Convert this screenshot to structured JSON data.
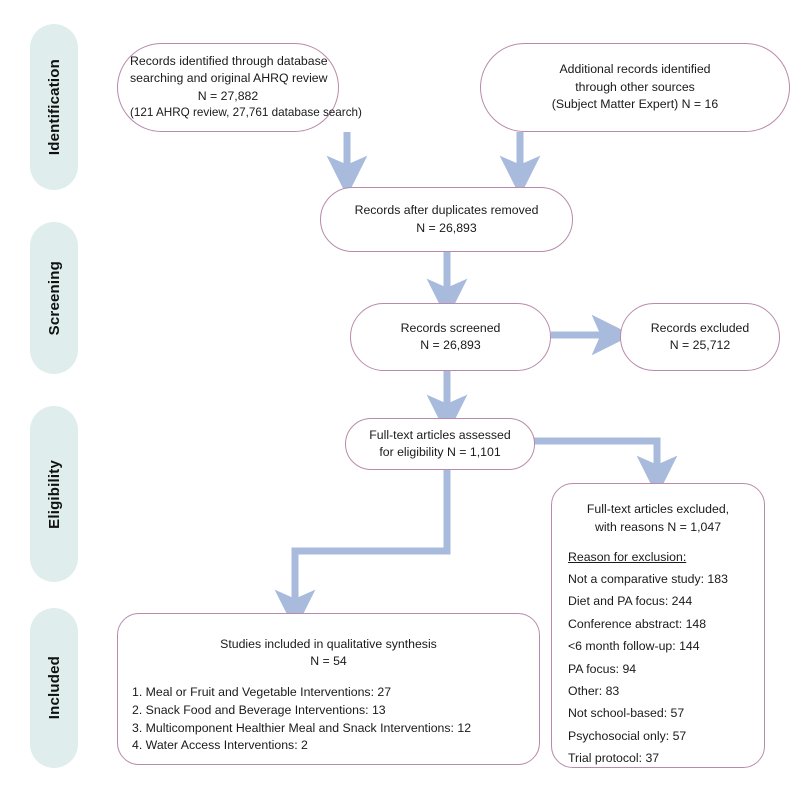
{
  "diagram": {
    "type": "prisma-flow-diagram",
    "accent_border": "#b98aab",
    "accent_arrow": "#a8bbdd",
    "stage_fill": "#dfeded"
  },
  "stages": [
    {
      "label": "Identification"
    },
    {
      "label": "Screening"
    },
    {
      "label": "Eligibility"
    },
    {
      "label": "Included"
    }
  ],
  "boxes": {
    "records_identified": {
      "lines": [
        "Records identified through database",
        "searching and original AHRQ review",
        "N = 27,882",
        "(121 AHRQ review, 27,761 database search)"
      ]
    },
    "additional_records": {
      "lines": [
        "Additional records identified",
        "through other sources",
        "(Subject Matter Expert) N = 16"
      ]
    },
    "duplicates_removed": {
      "lines": [
        "Records after duplicates removed",
        "N = 26,893"
      ]
    },
    "records_screened": {
      "lines": [
        "Records screened",
        "N = 26,893"
      ]
    },
    "records_excluded": {
      "lines": [
        "Records excluded",
        "N = 25,712"
      ]
    },
    "fulltext_assessed": {
      "lines": [
        "Full-text articles assessed",
        "for eligibility N = 1,101"
      ]
    },
    "fulltext_excluded": {
      "header_lines": [
        "Full-text articles excluded,",
        "with reasons N = 1,047"
      ],
      "reason_heading": "Reason for exclusion:",
      "reasons": [
        "Not a comparative study: 183",
        "Diet and PA focus: 244",
        "Conference abstract: 148",
        "<6 month follow-up: 144",
        "PA focus: 94",
        "Other: 83",
        "Not school-based: 57",
        "Psychosocial only: 57",
        "Trial protocol: 37"
      ]
    },
    "studies_included": {
      "header_lines": [
        "Studies included in qualitative synthesis",
        "N = 54"
      ],
      "categories": [
        "1. Meal or Fruit and Vegetable Interventions: 27",
        "2. Snack Food and Beverage Interventions: 13",
        "3. Multicomponent Healthier Meal and Snack Interventions: 12",
        "4. Water Access Interventions: 2"
      ]
    }
  },
  "chart_data": {
    "type": "diagram",
    "title": "PRISMA study selection flow",
    "nodes": [
      {
        "id": "records_identified",
        "stage": "Identification",
        "n": 27882,
        "detail": {
          "ahrq_review": 121,
          "database_search": 27761
        }
      },
      {
        "id": "additional_records",
        "stage": "Identification",
        "n": 16,
        "source": "Subject Matter Expert"
      },
      {
        "id": "duplicates_removed",
        "stage": "Identification",
        "n": 26893
      },
      {
        "id": "records_screened",
        "stage": "Screening",
        "n": 26893
      },
      {
        "id": "records_excluded",
        "stage": "Screening",
        "n": 25712
      },
      {
        "id": "fulltext_assessed",
        "stage": "Eligibility",
        "n": 1101
      },
      {
        "id": "fulltext_excluded",
        "stage": "Eligibility",
        "n": 1047
      },
      {
        "id": "studies_included",
        "stage": "Included",
        "n": 54
      }
    ],
    "exclusion_reasons": {
      "Not a comparative study": 183,
      "Diet and PA focus": 244,
      "Conference abstract": 148,
      "<6 month follow-up": 144,
      "PA focus": 94,
      "Other": 83,
      "Not school-based": 57,
      "Psychosocial only": 57,
      "Trial protocol": 37
    },
    "included_categories": {
      "Meal or Fruit and Vegetable Interventions": 27,
      "Snack Food and Beverage Interventions": 13,
      "Multicomponent Healthier Meal and Snack Interventions": 12,
      "Water Access Interventions": 2
    },
    "edges": [
      {
        "from": "records_identified",
        "to": "duplicates_removed"
      },
      {
        "from": "additional_records",
        "to": "duplicates_removed"
      },
      {
        "from": "duplicates_removed",
        "to": "records_screened"
      },
      {
        "from": "records_screened",
        "to": "records_excluded"
      },
      {
        "from": "records_screened",
        "to": "fulltext_assessed"
      },
      {
        "from": "fulltext_assessed",
        "to": "fulltext_excluded"
      },
      {
        "from": "fulltext_assessed",
        "to": "studies_included"
      }
    ]
  }
}
